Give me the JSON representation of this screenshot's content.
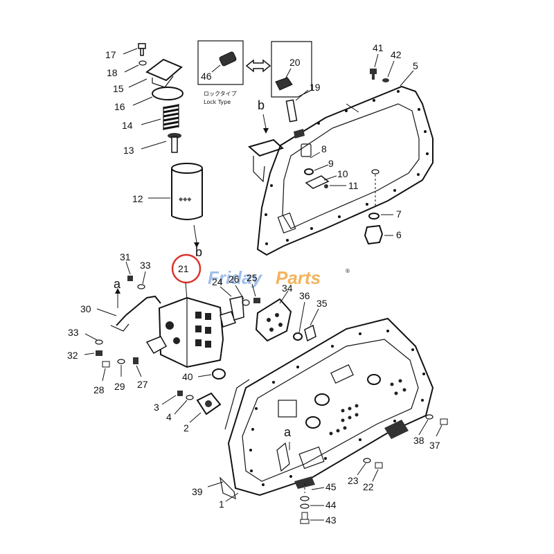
{
  "diagram": {
    "watermark": {
      "part1": "Friday",
      "part2": "Parts",
      "mark": "®"
    },
    "highlight": {
      "label": "21",
      "color": "#d9342b"
    },
    "lock_type": {
      "jp": "ロックタイプ",
      "en": "Lock  Type"
    },
    "section_markers": {
      "a_upper": "a",
      "a_lower": "a",
      "b_upper": "b",
      "b_lower": "b"
    },
    "callouts": {
      "c1": "1",
      "c2": "2",
      "c3": "3",
      "c4": "4",
      "c5": "5",
      "c6": "6",
      "c7": "7",
      "c8": "8",
      "c9": "9",
      "c10": "10",
      "c11": "11",
      "c12": "12",
      "c13": "13",
      "c14": "14",
      "c15": "15",
      "c16": "16",
      "c17": "17",
      "c18": "18",
      "c19": "19",
      "c20": "20",
      "c22": "22",
      "c23": "23",
      "c24": "24",
      "c25": "25",
      "c26": "26",
      "c27": "27",
      "c28": "28",
      "c29": "29",
      "c30": "30",
      "c31": "31",
      "c32": "32",
      "c33a": "33",
      "c33b": "33",
      "c34": "34",
      "c35": "35",
      "c36": "36",
      "c37": "37",
      "c38": "38",
      "c39": "39",
      "c40": "40",
      "c41": "41",
      "c42": "42",
      "c43": "43",
      "c44": "44",
      "c45": "45",
      "c46": "46"
    }
  }
}
